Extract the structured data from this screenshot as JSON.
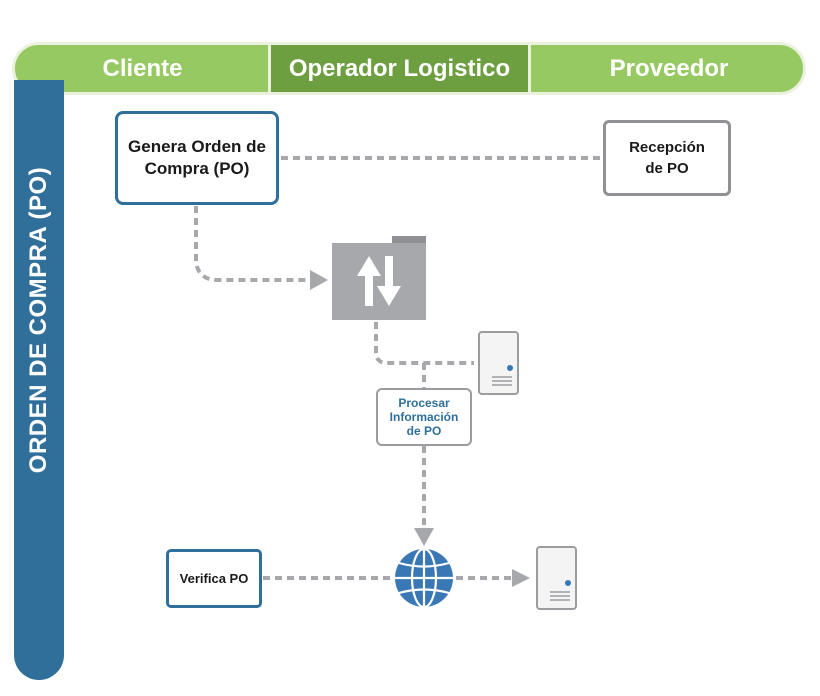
{
  "header": {
    "lanes": [
      "Cliente",
      "Operador Logistico",
      "Proveedor"
    ]
  },
  "side_label": "ORDEN DE COMPRA (PO)",
  "nodes": {
    "genera_po": "Genera Orden de Compra (PO)",
    "recepcion_po": "Recepción de PO",
    "procesar_info": "Procesar Información de PO",
    "verifica_po": "Verifica PO"
  },
  "icons": [
    "transfer-arrows-icon",
    "server-icon",
    "globe-icon",
    "server-icon"
  ],
  "colors": {
    "lane_green": "#97c963",
    "lane_green_dark": "#6d9e40",
    "side_blue": "#2f6f9a",
    "connector_gray": "#a6a8ab",
    "globe_blue": "#3a78b5"
  }
}
